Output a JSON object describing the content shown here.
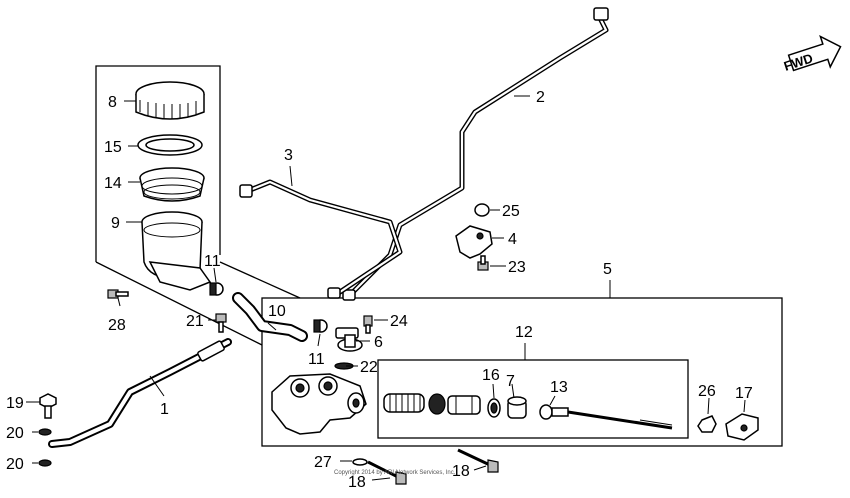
{
  "direction_label": "FWD",
  "copyright": "Copyright 2014 by ARI Network Services, Inc.",
  "callouts": {
    "c1": "1",
    "c2": "2",
    "c3": "3",
    "c4": "4",
    "c5": "5",
    "c6": "6",
    "c7": "7",
    "c8": "8",
    "c9": "9",
    "c10": "10",
    "c11a": "11",
    "c11b": "11",
    "c12": "12",
    "c13": "13",
    "c14": "14",
    "c15": "15",
    "c16": "16",
    "c17": "17",
    "c18a": "18",
    "c18b": "18",
    "c19": "19",
    "c20a": "20",
    "c20b": "20",
    "c21": "21",
    "c22": "22",
    "c23": "23",
    "c24": "24",
    "c25": "25",
    "c26": "26",
    "c27": "27",
    "c28": "28"
  }
}
